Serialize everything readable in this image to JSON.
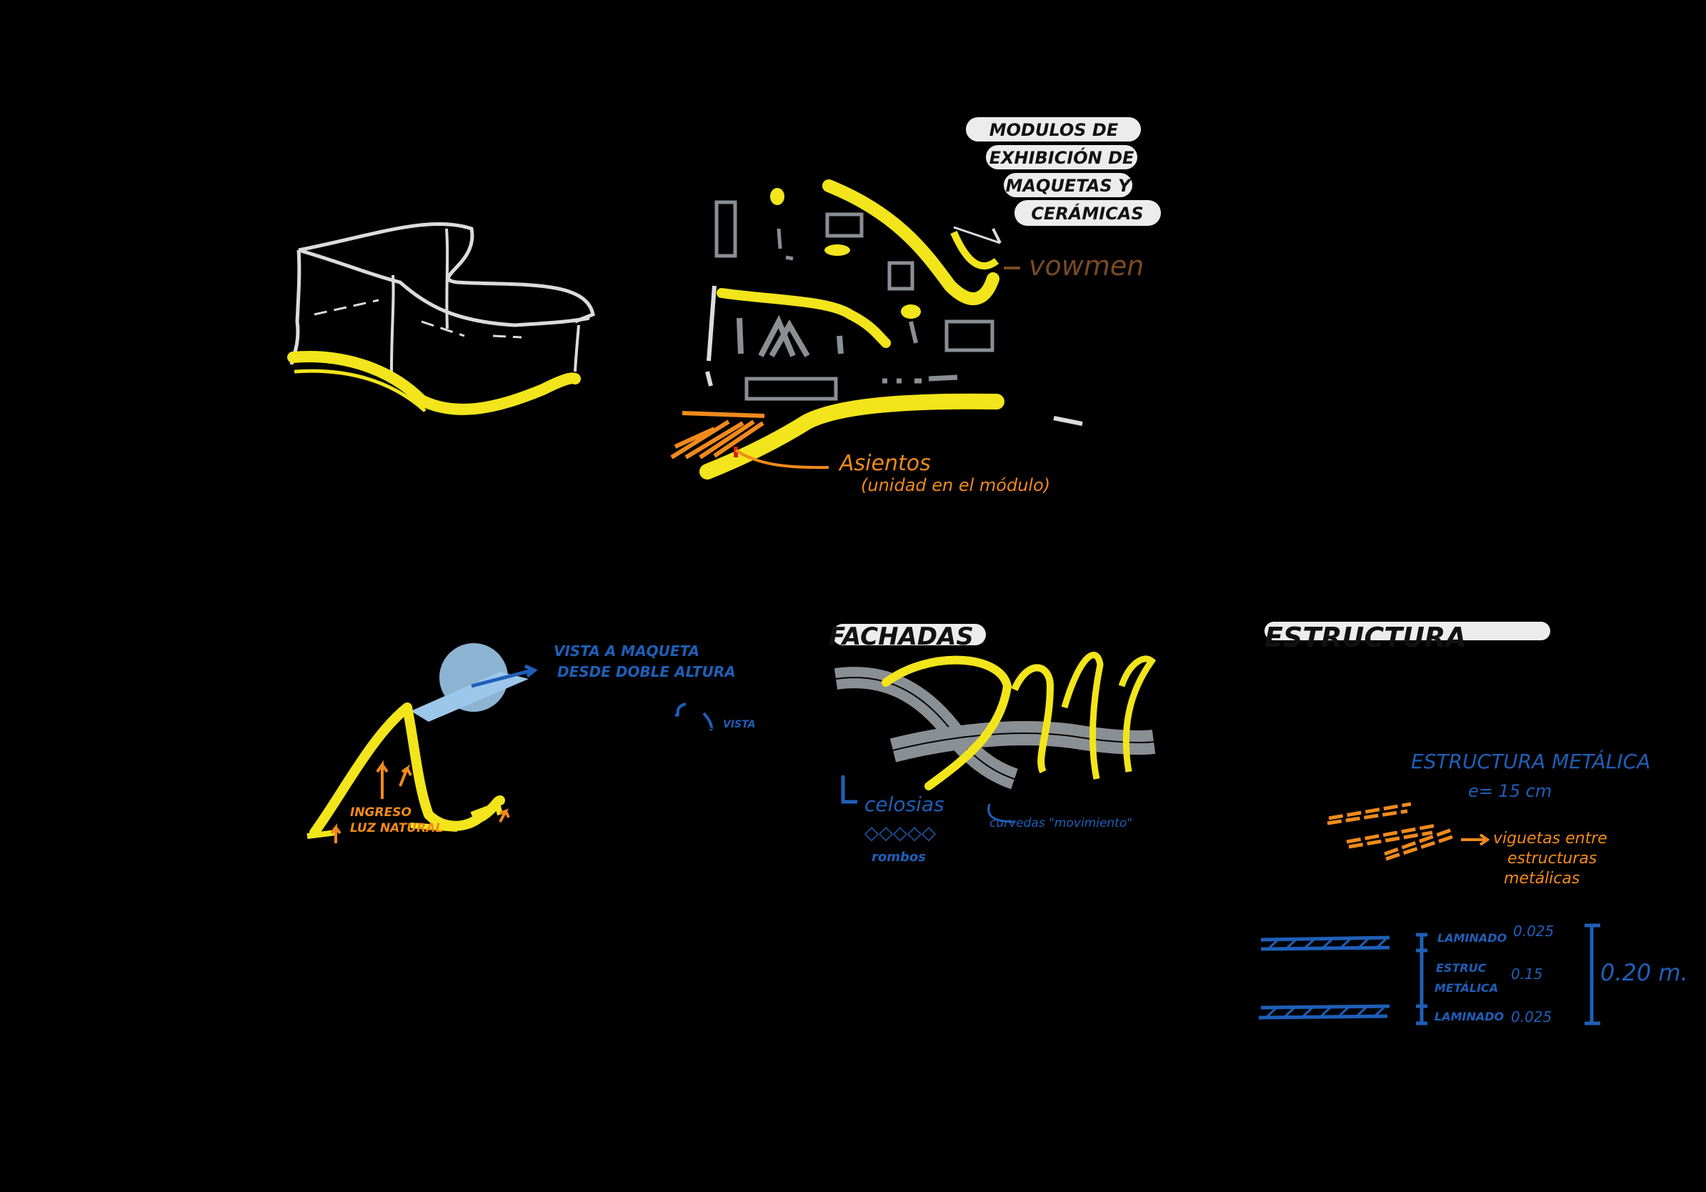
{
  "colors": {
    "background": "#000000",
    "yellow": "#f2e51b",
    "white": "#dcdcdc",
    "gray": "#8a8f94",
    "orange": "#f08a1c",
    "brown": "#7a4a22",
    "blue": "#1f5fb8",
    "lightblue": "#9cc7ea",
    "red": "#d81e1e"
  },
  "module_sketch": {
    "title_lines": [
      "MODULOS DE",
      "EXHIBICIÓN DE",
      "MAQUETAS Y",
      "CERÁMICAS"
    ],
    "volumen_label": "vowmen",
    "asientos_label": "Asientos",
    "asientos_note": "(unidad en el módulo)"
  },
  "section_sketch": {
    "vista_lines": [
      "VISTA A MAQUETA",
      "DESDE DOBLE ALTURA"
    ],
    "vista_small": "VISTA",
    "ingreso_lines": [
      "INGRESO",
      "LUZ NATURAL"
    ]
  },
  "fachadas": {
    "title": "FACHADAS",
    "celosias": "celosias",
    "rombos_symbols": "◇◇◇◇◇",
    "rombos": "rombos",
    "curvas": "curvedas \"movimiento\""
  },
  "estructura": {
    "title": "ESTRUCTURA",
    "metalica": "ESTRUCTURA METÁLICA",
    "espesor": "e= 15 cm",
    "viguetas_lines": [
      "viguetas entre",
      "estructuras",
      "metálicas"
    ],
    "layers": [
      {
        "name": "LAMINADO",
        "value": "0.025"
      },
      {
        "name_lines": [
          "ESTRUC",
          "METÁLICA"
        ],
        "value": "0.15"
      },
      {
        "name": "LAMINADO",
        "value": "0.025"
      }
    ],
    "total": "0.20 m."
  }
}
